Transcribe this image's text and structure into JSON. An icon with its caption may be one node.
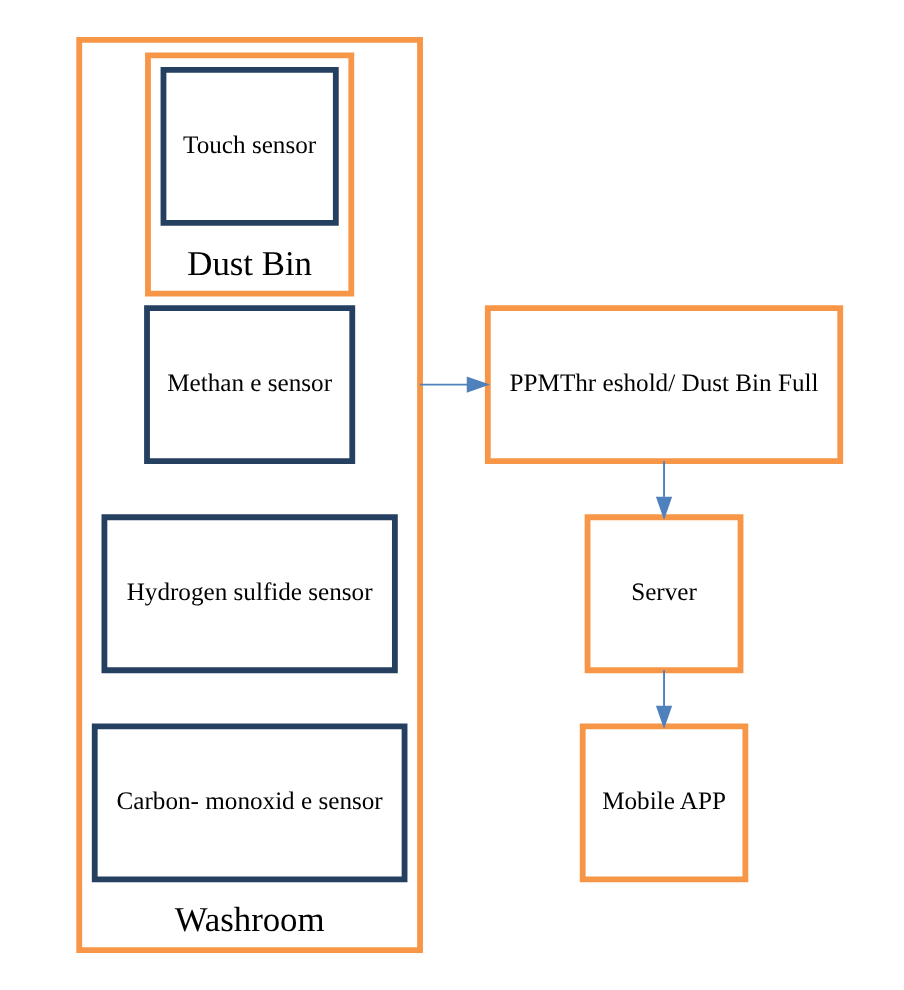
{
  "diagram": {
    "nodes": [
      {
        "text": [
          "Washroom"
        ]
      },
      {
        "text": [
          "Methan e sensor"
        ],
        "in": 0
      },
      {
        "text": [
          "Hydrogen sulfide sensor"
        ],
        "in": 0
      },
      {
        "text": [
          "Dust Bin"
        ],
        "in": 0
      },
      {
        "text": [
          "Touch sensor"
        ],
        "in": 3
      },
      {
        "text": [
          "Carbon- monoxid e sensor"
        ],
        "in": 0
      },
      {
        "text": [
          "PPMThr eshold/ Dust Bin Full"
        ]
      },
      {
        "text": [
          "Server"
        ]
      },
      {
        "text": [
          "Mobile APP"
        ]
      }
    ],
    "edges": [
      {
        "from": 0,
        "to": 6,
        "arrow": "to"
      },
      {
        "from": 6,
        "to": 7,
        "arrow": "to"
      },
      {
        "from": 7,
        "to": 8,
        "arrow": "to"
      }
    ]
  }
}
